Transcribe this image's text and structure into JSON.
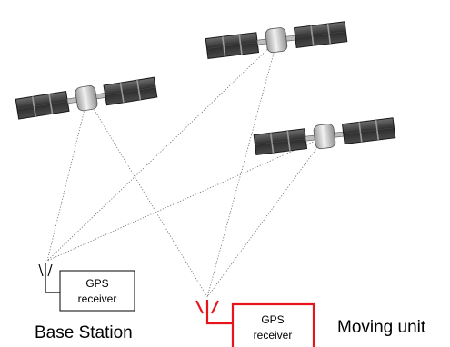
{
  "base_station": {
    "box_line1": "GPS",
    "box_line2": "receiver",
    "caption": "Base Station",
    "color": "#000000"
  },
  "moving_unit": {
    "box_line1": "GPS",
    "box_line2": "receiver",
    "caption": "Moving unit",
    "color": "#e8141c"
  },
  "satellites": [
    {
      "name": "satellite-left"
    },
    {
      "name": "satellite-top-right"
    },
    {
      "name": "satellite-middle-right"
    }
  ],
  "colors": {
    "signal_line": "#6a6a6a",
    "solar_panel": "#3c3c3c",
    "satellite_body": "#c9c9c9"
  }
}
